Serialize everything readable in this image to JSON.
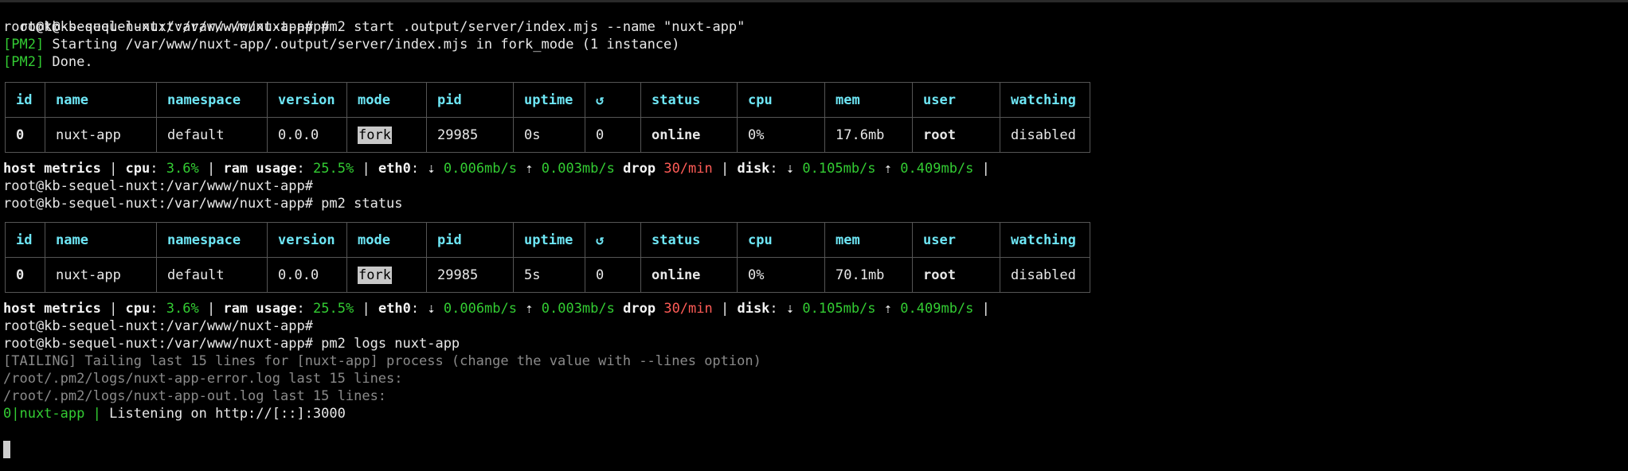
{
  "terminal": {
    "prompt": "root@kb-sequel-nuxt:/var/www/nuxt-app#",
    "commands": {
      "start": " pm2 start .output/server/index.mjs --name \"nuxt-app\"",
      "status": " pm2 status",
      "logs": " pm2 logs nuxt-app"
    },
    "pm2_tag": "[PM2]",
    "start_message": " Starting /var/www/nuxt-app/.output/server/index.mjs in fork_mode (1 instance)",
    "done_message": " Done.",
    "tailing_message": "[TAILING] Tailing last 15 lines for [nuxt-app] process (change the value with --lines option)",
    "error_log_line": "/root/.pm2/logs/nuxt-app-error.log last 15 lines:",
    "out_log_line": "/root/.pm2/logs/nuxt-app-out.log last 15 lines:",
    "log_prefix": "0|nuxt-app |",
    "log_text": " Listening on http://[::]:3000"
  },
  "table_headers": [
    "id",
    "name",
    "namespace",
    "version",
    "mode",
    "pid",
    "uptime",
    "↺",
    "status",
    "cpu",
    "mem",
    "user",
    "watching"
  ],
  "process_tables": [
    {
      "id": "0",
      "name": "nuxt-app",
      "namespace": "default",
      "version": "0.0.0",
      "mode": "fork",
      "pid": "29985",
      "uptime": "0s",
      "restarts": "0",
      "status": "online",
      "cpu": "0%",
      "mem": "17.6mb",
      "user": "root",
      "watching": "disabled"
    },
    {
      "id": "0",
      "name": "nuxt-app",
      "namespace": "default",
      "version": "0.0.0",
      "mode": "fork",
      "pid": "29985",
      "uptime": "5s",
      "restarts": "0",
      "status": "online",
      "cpu": "0%",
      "mem": "70.1mb",
      "user": "root",
      "watching": "disabled"
    }
  ],
  "host_metrics": {
    "label": "host metrics",
    "sep": " | ",
    "cpu_label": "cpu",
    "cpu": "3.6%",
    "ram_label": "ram usage",
    "ram": "25.5%",
    "eth_label": "eth0",
    "down_arrow": "⇣",
    "up_arrow": "⇡",
    "eth_down": "0.006mb/s",
    "eth_up": "0.003mb/s",
    "drop_label": "drop",
    "drop": "30/min",
    "disk_label": "disk",
    "disk_read": "0.105mb/s",
    "disk_write": "0.409mb/s",
    "colon": ": ",
    "end": " |"
  },
  "colors": {
    "background": "#000000",
    "green": "#33cc33",
    "cyan": "#6ee6f5",
    "red": "#ff5c57",
    "grey": "#8a8a8a"
  }
}
